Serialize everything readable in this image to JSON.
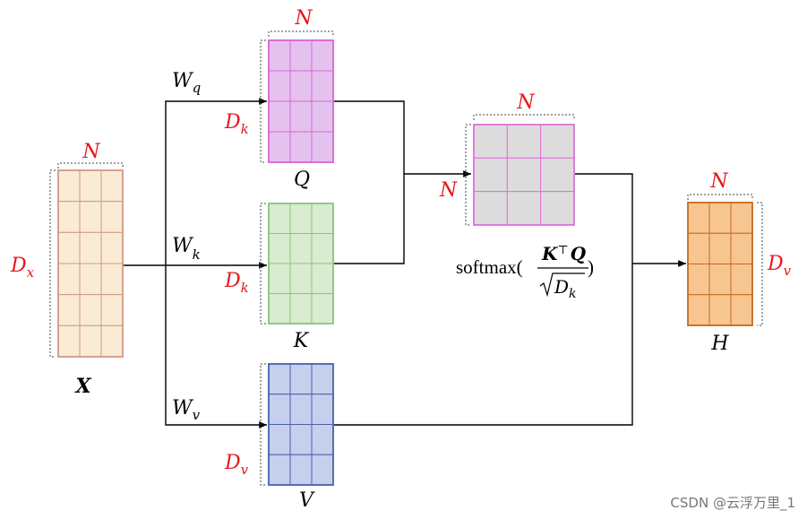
{
  "matrices": {
    "x": {
      "name": "X",
      "width_label": "N",
      "height_label": "D",
      "height_sub": "x",
      "rows": 6,
      "cols": 3,
      "fill": "#faebd7",
      "stroke": "#d2997f"
    },
    "q": {
      "name": "Q",
      "width_label": "N",
      "height_label": "D",
      "height_sub": "k",
      "rows": 4,
      "cols": 3,
      "fill": "#e3c3ee",
      "stroke": "#e060d8"
    },
    "k": {
      "name": "K",
      "width_label": "N",
      "height_label": "D",
      "height_sub": "k",
      "rows": 4,
      "cols": 3,
      "fill": "#d9ebd0",
      "stroke": "#88c578"
    },
    "v": {
      "name": "V",
      "width_label": "N",
      "height_label": "D",
      "height_sub": "v",
      "rows": 4,
      "cols": 3,
      "fill": "#c6d0ec",
      "stroke": "#4a5fb0"
    },
    "att": {
      "width_label": "N",
      "height_label": "N",
      "rows": 3,
      "cols": 3,
      "fill": "#dcdcdc",
      "stroke": "#e070d8"
    },
    "h": {
      "name": "H",
      "width_label": "N",
      "height_label": "D",
      "height_sub": "v",
      "rows": 4,
      "cols": 3,
      "fill": "#f7c58f",
      "stroke": "#c86a1c"
    }
  },
  "weights": {
    "q": {
      "base": "W",
      "sub": "q"
    },
    "k": {
      "base": "W",
      "sub": "k"
    },
    "v": {
      "base": "W",
      "sub": "v"
    }
  },
  "softmax": {
    "func": "softmax(",
    "close": ")",
    "num_k": "K",
    "transpose": "⊤",
    "num_q": "Q",
    "den_base": "D",
    "den_sub": "k"
  },
  "watermark": "CSDN @云浮万里_1",
  "colors": {
    "label_red": "#e8151a",
    "line": "#000000"
  }
}
